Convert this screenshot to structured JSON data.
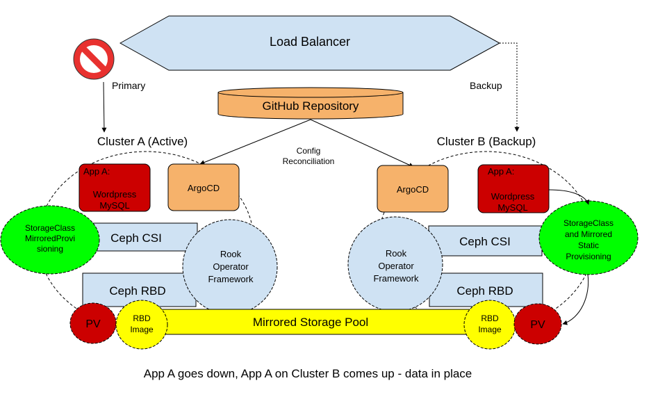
{
  "load_balancer": "Load Balancer",
  "links": {
    "primary": "Primary",
    "backup": "Backup",
    "config_line1": "Config",
    "config_line2": "Reconciliation"
  },
  "github": "GitHub Repository",
  "cluster_a": {
    "title": "Cluster A (Active)",
    "app_line1": "App A:",
    "app_line2": "Wordpress",
    "app_line3": "MySQL",
    "argocd": "ArgoCD",
    "storageclass_line1": "StorageClass",
    "storageclass_line2": "MirroredProvi",
    "storageclass_line3": "sioning",
    "ceph_csi": "Ceph CSI",
    "rook_line1": "Rook",
    "rook_line2": "Operator",
    "rook_line3": "Framework",
    "ceph_rbd": "Ceph RBD",
    "pv": "PV",
    "rbd_line1": "RBD",
    "rbd_line2": "Image"
  },
  "cluster_b": {
    "title": "Cluster B (Backup)",
    "app_line1": "App A:",
    "app_line2": "Wordpress",
    "app_line3": "MySQL",
    "argocd": "ArgoCD",
    "storageclass_line1": "StorageClass",
    "storageclass_line2": "and Mirrored",
    "storageclass_line3": "Static",
    "storageclass_line4": "Provisioning",
    "ceph_csi": "Ceph CSI",
    "rook_line1": "Rook",
    "rook_line2": "Operator",
    "rook_line3": "Framework",
    "ceph_rbd": "Ceph RBD",
    "pv": "PV",
    "rbd_line1": "RBD",
    "rbd_line2": "Image"
  },
  "storage_pool": "Mirrored Storage Pool",
  "caption": "App A goes down, App A on Cluster B comes up - data in place",
  "colors": {
    "light_blue": "#cfe2f3",
    "orange": "#f6b26b",
    "red": "#cc0000",
    "green": "#00ff00",
    "yellow": "#ffff00",
    "no_sign_red": "#e8312f"
  },
  "icons": [
    "no-entry-icon"
  ]
}
